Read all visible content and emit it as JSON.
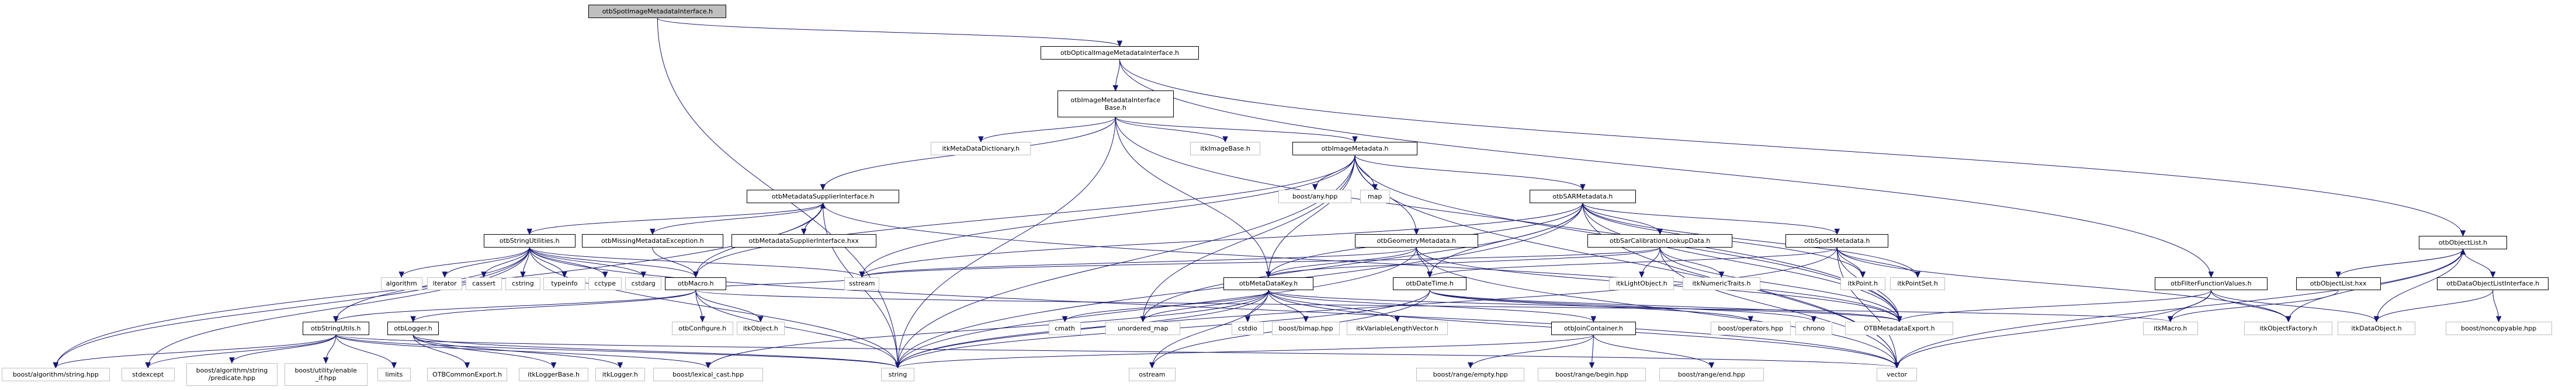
{
  "diagram": {
    "title": "otbSpotImageMetadataInterface.h include dependency graph",
    "edge_color": "#191970",
    "root_fill": "#bfbfbf",
    "nodes": [
      {
        "id": "root",
        "label": "otbSpotImageMetadataInterface.h",
        "kind": "root"
      },
      {
        "id": "optical",
        "label": "otbOpticalImageMetadataInterface.h",
        "kind": "doc"
      },
      {
        "id": "imibase",
        "label": "otbImageMetadataInterface\nBase.h",
        "kind": "doc"
      },
      {
        "id": "itkMDD",
        "label": "itkMetaDataDictionary.h",
        "kind": "ext"
      },
      {
        "id": "itkImageBase",
        "label": "itkImageBase.h",
        "kind": "ext"
      },
      {
        "id": "imgmd",
        "label": "otbImageMetadata.h",
        "kind": "doc"
      },
      {
        "id": "mdsi",
        "label": "otbMetadataSupplierInterface.h",
        "kind": "doc"
      },
      {
        "id": "anyhpp",
        "label": "boost/any.hpp",
        "kind": "ext"
      },
      {
        "id": "map",
        "label": "map",
        "kind": "ext"
      },
      {
        "id": "sarmd",
        "label": "otbSARMetadata.h",
        "kind": "doc"
      },
      {
        "id": "objlist",
        "label": "otbObjectList.h",
        "kind": "doc"
      },
      {
        "id": "strutil",
        "label": "otbStringUtilities.h",
        "kind": "doc"
      },
      {
        "id": "missing",
        "label": "otbMissingMetadataException.h",
        "kind": "doc"
      },
      {
        "id": "mdsihxx",
        "label": "otbMetadataSupplierInterface.hxx",
        "kind": "doc"
      },
      {
        "id": "geommd",
        "label": "otbGeometryMetadata.h",
        "kind": "doc"
      },
      {
        "id": "sarcal",
        "label": "otbSarCalibrationLookupData.h",
        "kind": "doc"
      },
      {
        "id": "spot5",
        "label": "otbSpot5Metadata.h",
        "kind": "doc"
      },
      {
        "id": "filterfv",
        "label": "otbFilterFunctionValues.h",
        "kind": "doc"
      },
      {
        "id": "objlisthxx",
        "label": "otbObjectList.hxx",
        "kind": "doc"
      },
      {
        "id": "dolist",
        "label": "otbDataObjectListInterface.h",
        "kind": "doc"
      },
      {
        "id": "algorithm",
        "label": "algorithm",
        "kind": "ext"
      },
      {
        "id": "iterator",
        "label": "iterator",
        "kind": "ext"
      },
      {
        "id": "cassert",
        "label": "cassert",
        "kind": "ext"
      },
      {
        "id": "cstring",
        "label": "cstring",
        "kind": "ext"
      },
      {
        "id": "typeinfo",
        "label": "typeinfo",
        "kind": "ext"
      },
      {
        "id": "cctype",
        "label": "cctype",
        "kind": "ext"
      },
      {
        "id": "cstdarg",
        "label": "cstdarg",
        "kind": "ext"
      },
      {
        "id": "macro",
        "label": "otbMacro.h",
        "kind": "doc"
      },
      {
        "id": "sstream",
        "label": "sstream",
        "kind": "ext"
      },
      {
        "id": "mdkey",
        "label": "otbMetaDataKey.h",
        "kind": "doc"
      },
      {
        "id": "datetime",
        "label": "otbDateTime.h",
        "kind": "doc"
      },
      {
        "id": "itkLightObject",
        "label": "itkLightObject.h",
        "kind": "ext"
      },
      {
        "id": "itkNumericTraits",
        "label": "itkNumericTraits.h",
        "kind": "ext"
      },
      {
        "id": "itkPoint",
        "label": "itkPoint.h",
        "kind": "ext"
      },
      {
        "id": "itkPointSet",
        "label": "itkPointSet.h",
        "kind": "ext"
      },
      {
        "id": "strutils",
        "label": "otbStringUtils.h",
        "kind": "doc"
      },
      {
        "id": "logger",
        "label": "otbLogger.h",
        "kind": "doc"
      },
      {
        "id": "configure",
        "label": "otbConfigure.h",
        "kind": "ext"
      },
      {
        "id": "itkObject",
        "label": "itkObject.h",
        "kind": "ext"
      },
      {
        "id": "cmath",
        "label": "cmath",
        "kind": "ext"
      },
      {
        "id": "unordered_map",
        "label": "unordered_map",
        "kind": "ext"
      },
      {
        "id": "cstdio",
        "label": "cstdio",
        "kind": "ext"
      },
      {
        "id": "bimap",
        "label": "boost/bimap.hpp",
        "kind": "ext"
      },
      {
        "id": "itkVLV",
        "label": "itkVariableLengthVector.h",
        "kind": "ext"
      },
      {
        "id": "join",
        "label": "otbJoinContainer.h",
        "kind": "doc"
      },
      {
        "id": "operators",
        "label": "boost/operators.hpp",
        "kind": "ext"
      },
      {
        "id": "chrono",
        "label": "chrono",
        "kind": "ext"
      },
      {
        "id": "mdexport",
        "label": "OTBMetadataExport.h",
        "kind": "ext"
      },
      {
        "id": "itkMacro",
        "label": "itkMacro.h",
        "kind": "ext"
      },
      {
        "id": "itkObjectFactory",
        "label": "itkObjectFactory.h",
        "kind": "ext"
      },
      {
        "id": "itkDataObject",
        "label": "itkDataObject.h",
        "kind": "ext"
      },
      {
        "id": "noncopyable",
        "label": "boost/noncopyable.hpp",
        "kind": "ext"
      },
      {
        "id": "algstring",
        "label": "boost/algorithm/string.hpp",
        "kind": "ext"
      },
      {
        "id": "stdexcept",
        "label": "stdexcept",
        "kind": "ext"
      },
      {
        "id": "predicate",
        "label": "boost/algorithm/string\n/predicate.hpp",
        "kind": "ext"
      },
      {
        "id": "enableif",
        "label": "boost/utility/enable\n_if.hpp",
        "kind": "ext"
      },
      {
        "id": "limits",
        "label": "limits",
        "kind": "ext"
      },
      {
        "id": "commonexport",
        "label": "OTBCommonExport.h",
        "kind": "ext"
      },
      {
        "id": "itkLoggerBase",
        "label": "itkLoggerBase.h",
        "kind": "ext"
      },
      {
        "id": "itkLogger",
        "label": "itkLogger.h",
        "kind": "ext"
      },
      {
        "id": "lexical",
        "label": "boost/lexical_cast.hpp",
        "kind": "ext"
      },
      {
        "id": "string",
        "label": "string",
        "kind": "ext"
      },
      {
        "id": "ostream",
        "label": "ostream",
        "kind": "ext"
      },
      {
        "id": "rempty",
        "label": "boost/range/empty.hpp",
        "kind": "ext"
      },
      {
        "id": "rbegin",
        "label": "boost/range/begin.hpp",
        "kind": "ext"
      },
      {
        "id": "rend",
        "label": "boost/range/end.hpp",
        "kind": "ext"
      },
      {
        "id": "vector",
        "label": "vector",
        "kind": "ext"
      }
    ],
    "edges": [
      [
        "root",
        "optical"
      ],
      [
        "root",
        "string"
      ],
      [
        "optical",
        "imibase"
      ],
      [
        "optical",
        "filterfv"
      ],
      [
        "optical",
        "objlist"
      ],
      [
        "imibase",
        "mdsi"
      ],
      [
        "imibase",
        "itkMDD"
      ],
      [
        "imibase",
        "itkImageBase"
      ],
      [
        "imibase",
        "imgmd"
      ],
      [
        "imibase",
        "mdkey"
      ],
      [
        "imibase",
        "string"
      ],
      [
        "imibase",
        "mdexport"
      ],
      [
        "imgmd",
        "anyhpp"
      ],
      [
        "imgmd",
        "map"
      ],
      [
        "imgmd",
        "sarmd"
      ],
      [
        "imgmd",
        "geommd"
      ],
      [
        "imgmd",
        "mdkey"
      ],
      [
        "imgmd",
        "macro"
      ],
      [
        "imgmd",
        "string"
      ],
      [
        "imgmd",
        "vector"
      ],
      [
        "imgmd",
        "unordered_map"
      ],
      [
        "imgmd",
        "mdexport"
      ],
      [
        "imgmd",
        "sstream"
      ],
      [
        "mdsi",
        "strutil"
      ],
      [
        "mdsi",
        "missing"
      ],
      [
        "mdsi",
        "mdsihxx"
      ],
      [
        "mdsi",
        "macro"
      ],
      [
        "mdsi",
        "mdexport"
      ],
      [
        "mdsi",
        "algstring"
      ],
      [
        "mdsi",
        "string"
      ],
      [
        "mdsihxx",
        "mdsi"
      ],
      [
        "sarmd",
        "sarcal"
      ],
      [
        "sarmd",
        "spot5"
      ],
      [
        "sarmd",
        "mdkey"
      ],
      [
        "sarmd",
        "datetime"
      ],
      [
        "sarmd",
        "itkPoint"
      ],
      [
        "sarmd",
        "itkPointSet"
      ],
      [
        "sarmd",
        "vector"
      ],
      [
        "sarmd",
        "string"
      ],
      [
        "sarmd",
        "mdexport"
      ],
      [
        "sarmd",
        "sstream"
      ],
      [
        "sarmd",
        "unordered_map"
      ],
      [
        "geommd",
        "mdkey"
      ],
      [
        "geommd",
        "datetime"
      ],
      [
        "geommd",
        "string"
      ],
      [
        "geommd",
        "vector"
      ],
      [
        "geommd",
        "sstream"
      ],
      [
        "geommd",
        "mdexport"
      ],
      [
        "sarcal",
        "itkLightObject"
      ],
      [
        "sarcal",
        "itkNumericTraits"
      ],
      [
        "sarcal",
        "mdkey"
      ],
      [
        "sarcal",
        "vector"
      ],
      [
        "sarcal",
        "sstream"
      ],
      [
        "sarcal",
        "mdexport"
      ],
      [
        "spot5",
        "itkPoint"
      ],
      [
        "spot5",
        "itkPointSet"
      ],
      [
        "spot5",
        "datetime"
      ],
      [
        "spot5",
        "vector"
      ],
      [
        "spot5",
        "string"
      ],
      [
        "spot5",
        "mdexport"
      ],
      [
        "spot5",
        "itkObjectFactory"
      ],
      [
        "strutil",
        "algorithm"
      ],
      [
        "strutil",
        "iterator"
      ],
      [
        "strutil",
        "cassert"
      ],
      [
        "strutil",
        "cstring"
      ],
      [
        "strutil",
        "typeinfo"
      ],
      [
        "strutil",
        "cctype"
      ],
      [
        "strutil",
        "cstdarg"
      ],
      [
        "strutil",
        "macro"
      ],
      [
        "strutil",
        "strutils"
      ],
      [
        "strutil",
        "string"
      ],
      [
        "strutil",
        "stdexcept"
      ],
      [
        "strutil",
        "algstring"
      ],
      [
        "strutil",
        "vector"
      ],
      [
        "strutil",
        "sstream"
      ],
      [
        "missing",
        "macro"
      ],
      [
        "macro",
        "strutils"
      ],
      [
        "macro",
        "logger"
      ],
      [
        "macro",
        "configure"
      ],
      [
        "macro",
        "itkObject"
      ],
      [
        "macro",
        "itkMacro"
      ],
      [
        "macro",
        "string"
      ],
      [
        "macro",
        "sstream"
      ],
      [
        "mdkey",
        "cmath"
      ],
      [
        "mdkey",
        "unordered_map"
      ],
      [
        "mdkey",
        "cstdio"
      ],
      [
        "mdkey",
        "bimap"
      ],
      [
        "mdkey",
        "itkVLV"
      ],
      [
        "mdkey",
        "join"
      ],
      [
        "mdkey",
        "string"
      ],
      [
        "mdkey",
        "vector"
      ],
      [
        "mdkey",
        "ostream"
      ],
      [
        "mdkey",
        "mdexport"
      ],
      [
        "mdkey",
        "lexical"
      ],
      [
        "datetime",
        "operators"
      ],
      [
        "datetime",
        "chrono"
      ],
      [
        "datetime",
        "mdexport"
      ],
      [
        "datetime",
        "string"
      ],
      [
        "datetime",
        "ostream"
      ],
      [
        "join",
        "rempty"
      ],
      [
        "join",
        "rbegin"
      ],
      [
        "join",
        "rend"
      ],
      [
        "join",
        "string"
      ],
      [
        "strutils",
        "algstring"
      ],
      [
        "strutils",
        "stdexcept"
      ],
      [
        "strutils",
        "predicate"
      ],
      [
        "strutils",
        "enableif"
      ],
      [
        "strutils",
        "limits"
      ],
      [
        "strutils",
        "lexical"
      ],
      [
        "strutils",
        "string"
      ],
      [
        "strutils",
        "vector"
      ],
      [
        "logger",
        "commonexport"
      ],
      [
        "logger",
        "itkLoggerBase"
      ],
      [
        "logger",
        "itkLogger"
      ],
      [
        "logger",
        "string"
      ],
      [
        "filterfv",
        "itkMacro"
      ],
      [
        "filterfv",
        "itkObjectFactory"
      ],
      [
        "filterfv",
        "itkDataObject"
      ],
      [
        "filterfv",
        "mdexport"
      ],
      [
        "filterfv",
        "vector"
      ],
      [
        "objlist",
        "objlisthxx"
      ],
      [
        "objlist",
        "dolist"
      ],
      [
        "objlist",
        "itkDataObject"
      ],
      [
        "objlist",
        "itkObjectFactory"
      ],
      [
        "objlist",
        "vector"
      ],
      [
        "objlisthxx",
        "objlist"
      ],
      [
        "objlisthxx",
        "itkMacro"
      ],
      [
        "dolist",
        "itkDataObject"
      ],
      [
        "dolist",
        "noncopyable"
      ]
    ]
  }
}
